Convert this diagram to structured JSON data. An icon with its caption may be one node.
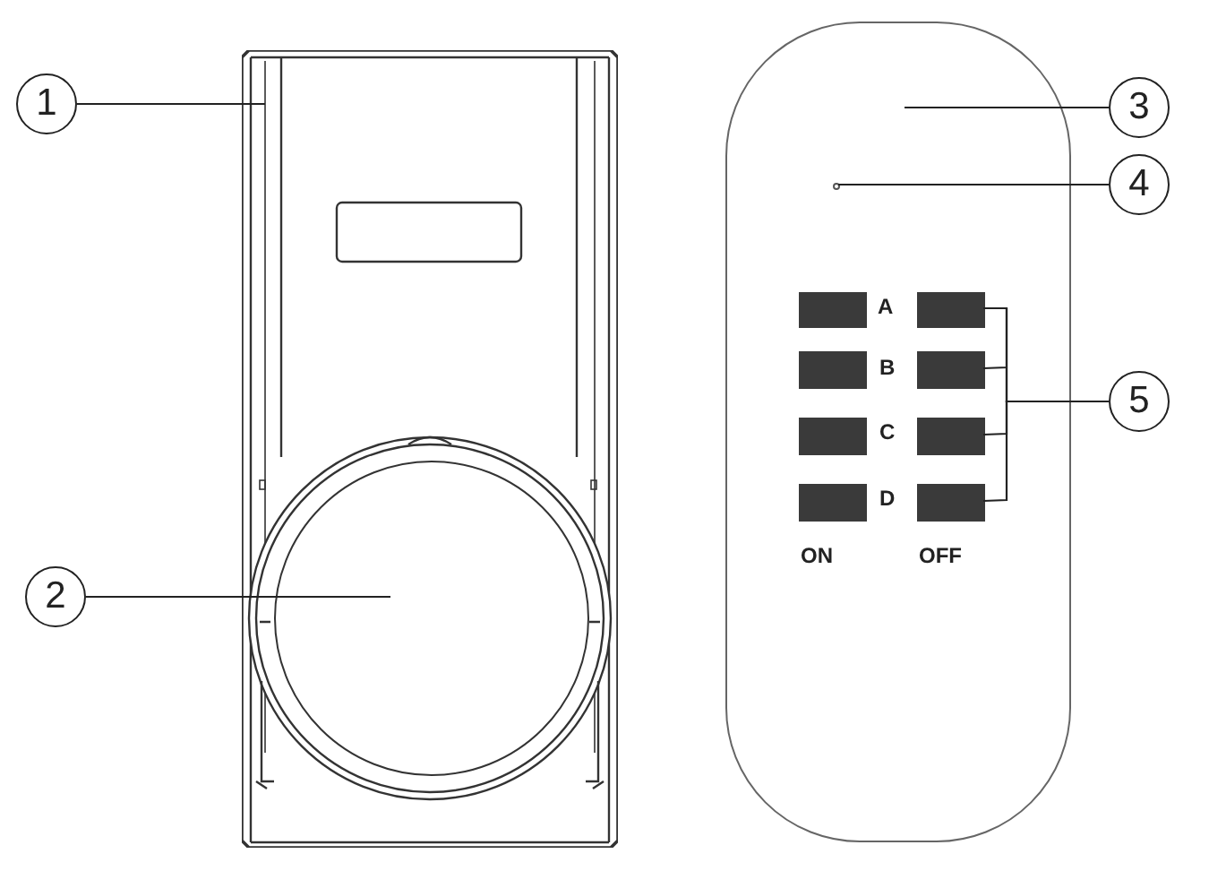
{
  "diagram": {
    "nodes": [
      {
        "text": [
          "1"
        ]
      },
      {
        "text": [],
        "shape": "picture"
      },
      {
        "text": [],
        "shape": "circle",
        "in": 1
      },
      {
        "text": [
          "2"
        ]
      },
      {
        "text": [],
        "shape": "box"
      },
      {
        "text": [],
        "shape": "circle",
        "in": 4
      },
      {
        "text": [],
        "shape": "box",
        "in": 4
      },
      {
        "text": [],
        "shape": "box",
        "in": 4
      },
      {
        "text": [],
        "shape": "box",
        "in": 4
      },
      {
        "text": [],
        "shape": "box",
        "in": 4
      },
      {
        "text": [],
        "shape": "box",
        "in": 4
      },
      {
        "text": [],
        "shape": "box",
        "in": 4
      },
      {
        "text": [],
        "shape": "box",
        "in": 4
      },
      {
        "text": [],
        "shape": "box",
        "in": 4
      },
      {
        "text": [
          "3"
        ]
      },
      {
        "text": [
          "4"
        ]
      },
      {
        "text": [
          "5"
        ]
      }
    ],
    "edges": [
      {
        "from": 0,
        "to": 1,
        "arrow": "none"
      },
      {
        "from": 3,
        "to": 2,
        "arrow": "none"
      },
      {
        "from": 14,
        "to": 4,
        "arrow": "none"
      },
      {
        "from": 15,
        "to": 5,
        "arrow": "none"
      },
      {
        "from": 16,
        "to": 7,
        "arrow": "none"
      },
      {
        "from": 16,
        "to": 9,
        "arrow": "none"
      },
      {
        "from": 16,
        "to": 11,
        "arrow": "none"
      },
      {
        "from": 16,
        "to": 13,
        "arrow": "none"
      }
    ],
    "labels": [
      "A",
      "B",
      "C",
      "D",
      "ON",
      "OFF"
    ]
  }
}
